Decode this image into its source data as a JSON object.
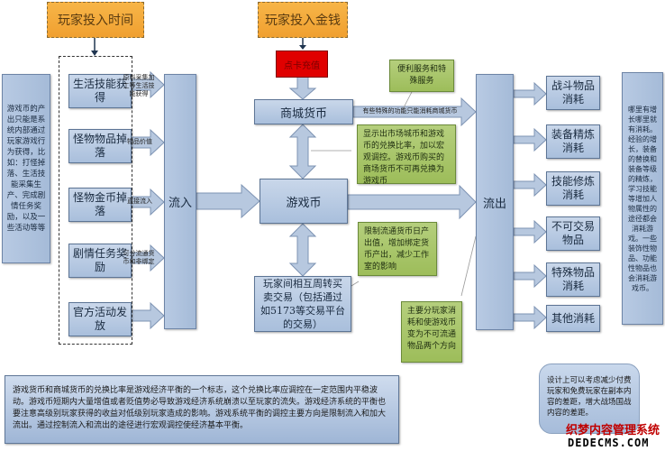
{
  "top": {
    "time_input": "玩家投入时间",
    "money_input": "玩家投入金钱",
    "recharge": "点卡充值"
  },
  "left_note": "游戏币的产出只能是系统内部通过玩家游戏行为获得，比如：打怪掉落、生活技能采集生产、完成剧情任务奖励，以及一些活动等等",
  "sources": [
    {
      "label": "生活技能获得",
      "arrow_label": "原料采集加工等生活技能获得"
    },
    {
      "label": "怪物物品掉落",
      "arrow_label": "物品价值"
    },
    {
      "label": "怪物金币掉落",
      "arrow_label": "直接流入"
    },
    {
      "label": "剧情任务奖励",
      "arrow_label": "可分流通货币和非绑定"
    },
    {
      "label": "官方活动发放",
      "arrow_label": ""
    }
  ],
  "inflow": "流入",
  "center": {
    "mall_currency": "商城货币",
    "game_currency": "游戏币",
    "player_trade": "玩家间相互周转买卖交易（包括通过如5173等交易平台的交易）",
    "mall_arrow_label": "有些特殊的功能只能消耗商城货币"
  },
  "green_notes": {
    "services": "便利服务和特殊服务",
    "exchange": "显示出市场城币和游戏币的兑换比率，加以宏观调控。游戏币购买的商场货币不可再兑换为游戏币",
    "limit": "限制流通货币日产出值，增加绑定货币产出，减少工作室的影响",
    "outflow": "主要分玩家消耗和使游戏币变为不可流通物品两个方向"
  },
  "outflow": "流出",
  "sinks": [
    {
      "label": "战斗物品消耗"
    },
    {
      "label": "装备精炼消耗"
    },
    {
      "label": "技能修炼消耗"
    },
    {
      "label": "不可交易物品"
    },
    {
      "label": "特殊物品消耗"
    },
    {
      "label": "其他消耗"
    }
  ],
  "right_note": "哪里有增长哪里就有消耗。经验的增长，装备的替换和装备等级的精炼，学习技能等增加人物属性的途径都会消耗游戏。一些装饰性物品、功能性物品也会消耗游戏币。",
  "bottom_note": "游戏货币和商城货币的兑换比率是游戏经济平衡的一个标志，这个兑换比率应调控在一定范围内平稳波动。游戏币短期内大量增值或者贬值势必导致游戏经济系统崩溃以至玩家的流失。游戏经济系统的平衡也要注意高级别玩家获得的收益对低级别玩家造成的影响。游戏系统平衡的调控主要方向是限制流入和加大流出。通过控制流入和流出的途径进行宏观调控使经济基本平衡。",
  "design_note": "设计上可以考虑减少付费玩家和免费玩家在副本内容的差距，增大战场国战内容的差距。",
  "watermark": {
    "line1": "织梦内容管理系统",
    "line2": "DEDECMS.COM"
  },
  "colors": {
    "orange": "#f0a030",
    "blue": "#a9bfdc",
    "green": "#9dbd5a",
    "red": "#e00000"
  }
}
